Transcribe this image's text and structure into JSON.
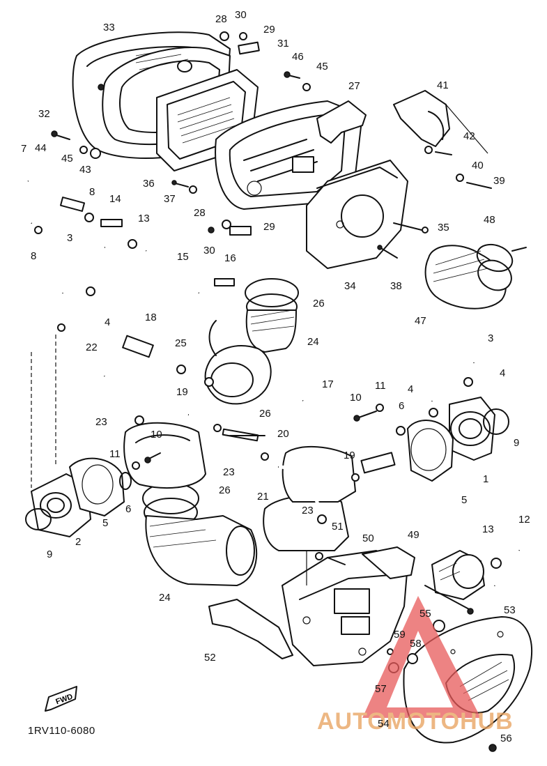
{
  "diagram_code": "1RV110-6080",
  "direction_badge": "FWD",
  "watermark": {
    "text": "AUTOMOTOHUB",
    "color_main": "#e8a05a",
    "color_hub": "#555555",
    "triangle_color": "#e85a5a"
  },
  "part_labels": [
    "1",
    "2",
    "3",
    "3",
    "4",
    "4",
    "4",
    "5",
    "5",
    "6",
    "6",
    "7",
    "8",
    "8",
    "9",
    "9",
    "10",
    "10",
    "11",
    "11",
    "12",
    "13",
    "13",
    "14",
    "15",
    "16",
    "17",
    "18",
    "19",
    "19",
    "20",
    "21",
    "22",
    "23",
    "23",
    "23",
    "24",
    "24",
    "25",
    "26",
    "26",
    "26",
    "27",
    "28",
    "28",
    "29",
    "29",
    "30",
    "30",
    "31",
    "32",
    "33",
    "34",
    "35",
    "36",
    "37",
    "38",
    "39",
    "40",
    "41",
    "42",
    "43",
    "44",
    "45",
    "45",
    "46",
    "47",
    "48",
    "49",
    "50",
    "51",
    "52",
    "53",
    "54",
    "55",
    "56",
    "57",
    "58",
    "59"
  ]
}
